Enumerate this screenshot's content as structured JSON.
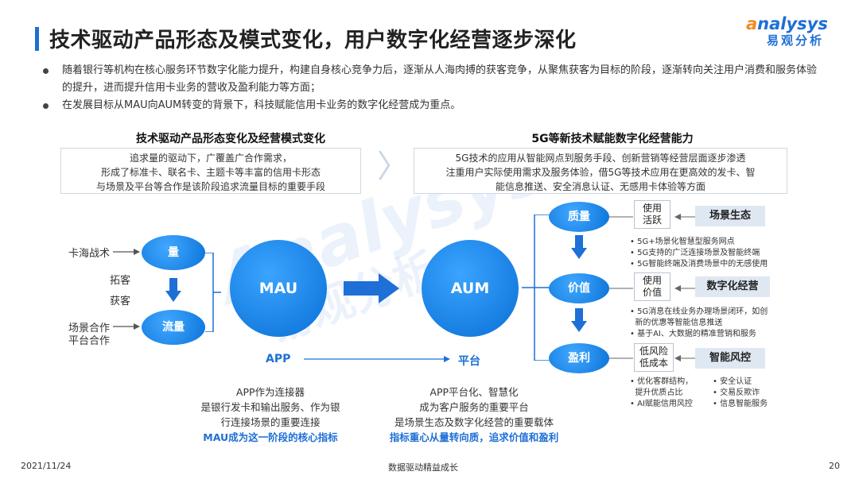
{
  "header": {
    "title": "技术驱动产品形态及模式变化，用户数字化经营逐步深化",
    "logo_en": "nalysys",
    "logo_en_first": "a",
    "logo_cn": "易观分析"
  },
  "bullets": [
    "随着银行等机构在核心服务环节数字化能力提升，构建自身核心竞争力后，逐渐从人海肉搏的获客竞争，从聚焦获客为目标的阶段，逐渐转向关注用户消费和服务体验的提升，进而提升信用卡业务的营收及盈利能力等方面；",
    "在发展目标从MAU向AUM转变的背景下，科技赋能信用卡业务的数字化经营成为重点。"
  ],
  "left_section": {
    "heading": "技术驱动产品形态变化及经营模式变化",
    "desc_lines": [
      "追求量的驱动下，广覆盖广合作需求，",
      "形成了标准卡、联名卡、主题卡等丰富的信用卡形态",
      "与场景及平台等合作是该阶段追求流量目标的重要手段"
    ]
  },
  "right_section": {
    "heading": "5G等新技术赋能数字化经营能力",
    "desc_lines": [
      "5G技术的应用从智能网点到服务手段、创新营销等经营层面逐步渗透",
      "注重用户实际使用需求及服务体验，借5G等技术应用在更高效的发卡、智",
      "能信息推送、安全消息认证、无感用卡体验等方面"
    ]
  },
  "diagram": {
    "card_tactic": "卡海战术",
    "expand": "拓客",
    "acquire": "获客",
    "scene_coop": "场景合作",
    "platform_coop": "平台合作",
    "quantity": "量",
    "traffic": "流量",
    "mau": "MAU",
    "aum": "AUM",
    "app": "APP",
    "platform": "平台",
    "quality": "质量",
    "value": "价值",
    "profit": "盈利",
    "use_active": [
      "使用",
      "活跃"
    ],
    "use_value": [
      "使用",
      "价值"
    ],
    "low_risk": [
      "低风险",
      "低成本"
    ],
    "tag_scene": "场景生态",
    "tag_digital": "数字化经营",
    "tag_risk": "智能风控",
    "notes_1": [
      "5G+场景化智慧型服务网点",
      "5G支持的广泛连接场景及智能终端",
      "5G智能终端及消费场景中的无感使用"
    ],
    "notes_2": [
      "5G消息在线业务办理场景闭环，如创",
      "新的优惠等智能信息推送",
      "基于AI、大数据的精准营销和服务"
    ],
    "notes_3_left": [
      "优化客群结构，",
      "提升优质占比",
      "AI赋能信用风控"
    ],
    "notes_3_right": [
      "安全认证",
      "交易反欺诈",
      "信息智能服务"
    ],
    "bullet_mark": "•"
  },
  "bottom_left": {
    "lines": [
      "APP作为连接器",
      "是银行发卡和输出服务、作为银",
      "行连接场景的重要连接"
    ],
    "highlight": "MAU成为这一阶段的核心指标"
  },
  "bottom_right": {
    "lines": [
      "APP平台化、智慧化",
      "成为客户服务的重要平台",
      "是场景生态及数字化经营的重要载体"
    ],
    "highlight": "指标重心从量转向质，追求价值和盈利"
  },
  "footer": {
    "date": "2021/11/24",
    "center": "数据驱动精益成长",
    "page": "20"
  },
  "watermark": {
    "en": "Analysys",
    "cn": "易观分析"
  },
  "colors": {
    "accent": "#1e6fd6",
    "logo_orange": "#f28b22",
    "tag_bg": "#dfe8f2"
  }
}
